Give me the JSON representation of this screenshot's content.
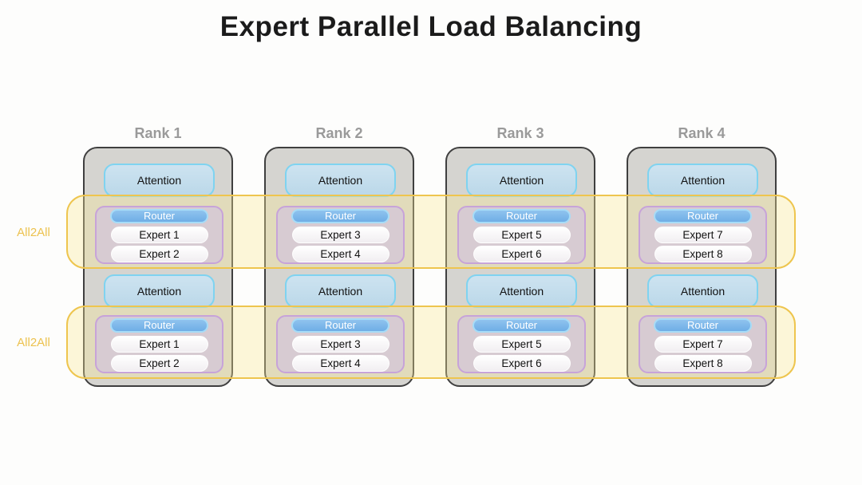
{
  "title": "Expert Parallel Load Balancing",
  "bands": [
    {
      "label": "All2All"
    },
    {
      "label": "All2All"
    }
  ],
  "ranks": [
    {
      "label": "Rank 1",
      "layers": [
        {
          "attention": "Attention",
          "router": "Router",
          "experts": [
            "Expert 1",
            "Expert 2"
          ]
        },
        {
          "attention": "Attention",
          "router": "Router",
          "experts": [
            "Expert 1",
            "Expert 2"
          ]
        }
      ]
    },
    {
      "label": "Rank 2",
      "layers": [
        {
          "attention": "Attention",
          "router": "Router",
          "experts": [
            "Expert 3",
            "Expert 4"
          ]
        },
        {
          "attention": "Attention",
          "router": "Router",
          "experts": [
            "Expert 3",
            "Expert 4"
          ]
        }
      ]
    },
    {
      "label": "Rank 3",
      "layers": [
        {
          "attention": "Attention",
          "router": "Router",
          "experts": [
            "Expert 5",
            "Expert 6"
          ]
        },
        {
          "attention": "Attention",
          "router": "Router",
          "experts": [
            "Expert 5",
            "Expert 6"
          ]
        }
      ]
    },
    {
      "label": "Rank 4",
      "layers": [
        {
          "attention": "Attention",
          "router": "Router",
          "experts": [
            "Expert 7",
            "Expert 8"
          ]
        },
        {
          "attention": "Attention",
          "router": "Router",
          "experts": [
            "Expert 7",
            "Expert 8"
          ]
        }
      ]
    }
  ],
  "colors": {
    "band_border": "#EEC54E",
    "band_fill": "#FDF8E3",
    "band_label": "#ECC24F",
    "rank_label": "#9A9A9A",
    "rank_box_fill": "#D5D4D0",
    "rank_box_border": "#3F3F3F",
    "attention_fill": "#C4DEEC",
    "attention_border": "#7FD3F0",
    "moe_fill": "#D7CBD2",
    "moe_border": "#C7A3D9",
    "router_fill": "#74B2E8",
    "router_border": "#A6DCF7",
    "router_text": "#FFFFFF",
    "expert_fill": "#FAF8FA",
    "title_text": "#1B1B1B"
  }
}
